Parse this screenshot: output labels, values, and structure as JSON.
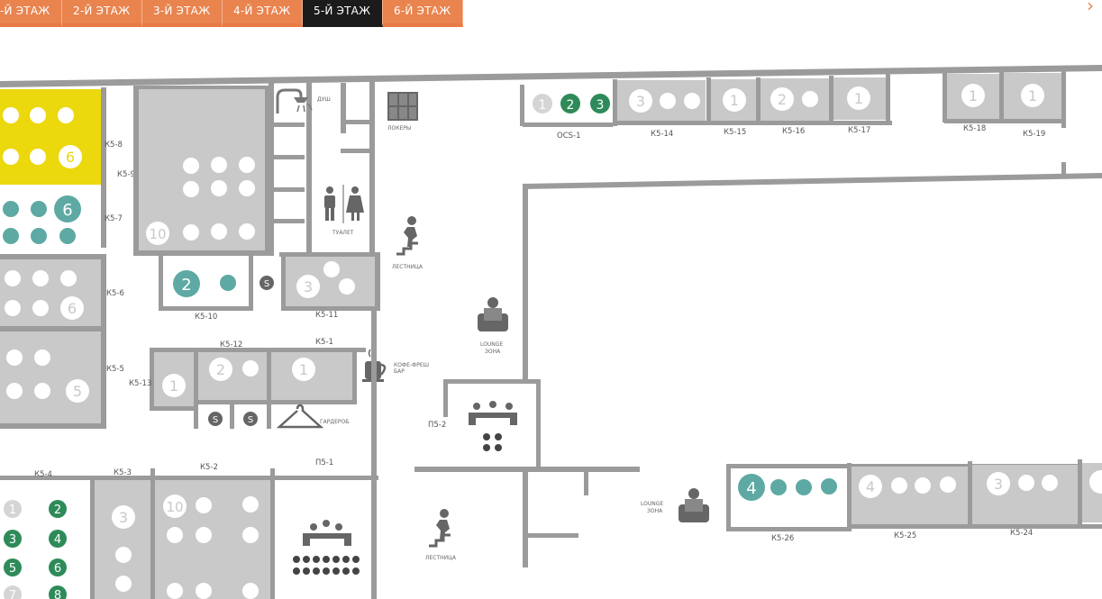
{
  "floor_tabs": [
    {
      "id": "f1",
      "label": "-Й ЭТАЖ",
      "active": false
    },
    {
      "id": "f2",
      "label": "2-Й ЭТАЖ",
      "active": false
    },
    {
      "id": "f3",
      "label": "3-Й ЭТАЖ",
      "active": false
    },
    {
      "id": "f4",
      "label": "4-Й ЭТАЖ",
      "active": false
    },
    {
      "id": "f5",
      "label": "5-Й ЭТАЖ",
      "active": true
    },
    {
      "id": "f6",
      "label": "6-Й ЭТАЖ",
      "active": false
    }
  ],
  "colors": {
    "accent": "#e9844f",
    "active_tab": "#1b1b1b",
    "room": "#c9c9c9",
    "wall": "#9b9b9b",
    "highlight": "#ebd80d",
    "teal": "#5ea9a3",
    "green": "#2e8b59"
  },
  "rooms": [
    {
      "id": "k5-8",
      "label": "К5-8",
      "state": "highlighted"
    },
    {
      "id": "k5-9",
      "label": "К5-9"
    },
    {
      "id": "k5-7",
      "label": "К5-7"
    },
    {
      "id": "k5-6",
      "label": "К5-6"
    },
    {
      "id": "k5-5",
      "label": "К5-5"
    },
    {
      "id": "k5-10",
      "label": "К5-10"
    },
    {
      "id": "k5-11",
      "label": "К5-11"
    },
    {
      "id": "k5-12",
      "label": "К5-12"
    },
    {
      "id": "k5-13",
      "label": "К5-13"
    },
    {
      "id": "k5-1",
      "label": "К5-1"
    },
    {
      "id": "k5-4",
      "label": "К5-4"
    },
    {
      "id": "k5-3",
      "label": "К5-3"
    },
    {
      "id": "k5-2",
      "label": "К5-2"
    },
    {
      "id": "p5-1",
      "label": "П5-1"
    },
    {
      "id": "p5-2",
      "label": "П5-2"
    },
    {
      "id": "ocs-1",
      "label": "OCS-1"
    },
    {
      "id": "k5-14",
      "label": "К5-14"
    },
    {
      "id": "k5-15",
      "label": "К5-15"
    },
    {
      "id": "k5-16",
      "label": "К5-16"
    },
    {
      "id": "k5-17",
      "label": "К5-17"
    },
    {
      "id": "k5-18",
      "label": "К5-18"
    },
    {
      "id": "k5-19",
      "label": "К5-19"
    },
    {
      "id": "k5-26",
      "label": "К5-26"
    },
    {
      "id": "k5-25",
      "label": "К5-25"
    },
    {
      "id": "k5-24",
      "label": "К5-24"
    }
  ],
  "amenities": {
    "shower": "ДУШ",
    "lockers": "ЛОКЕРЫ",
    "toilet": "ТУАЛЕТ",
    "stairs_top": "ЛЕСТНИЦА",
    "stairs_bottom": "ЛЕСТНИЦА",
    "lounge_top_line1": "LOUNGE",
    "lounge_top_line2": "ЗОНА",
    "lounge_bottom_line1": "LOUNGE",
    "lounge_bottom_line2": "ЗОНА",
    "coffee_line1": "КОФЕ-ФРЕШ",
    "coffee_line2": "БАР",
    "wardrobe": "ГАРДЕРОБ"
  },
  "seat_numbers": {
    "k5_8": "6",
    "k5_7": "6",
    "k5_6": "6",
    "k5_5": "5",
    "big_room": "10",
    "k5_10": "2",
    "k5_11": "3",
    "k5_13": "1",
    "k5_12": "2",
    "k5_1": "1",
    "k5_3": "3",
    "k5_2": "10",
    "ocs_1": "1",
    "ocs_2": "2",
    "ocs_3": "3",
    "k5_14": "3",
    "k5_15": "1",
    "k5_16": "2",
    "k5_17": "1",
    "k5_18": "1",
    "k5_19": "1",
    "k5_26": "4",
    "k5_25": "4",
    "k5_24": "3",
    "k5_4_1": "1",
    "k5_4_2": "2",
    "k5_4_3": "3",
    "k5_4_4": "4",
    "k5_4_5": "5",
    "k5_4_6": "6",
    "k5_4_7": "7",
    "k5_4_8": "8"
  }
}
